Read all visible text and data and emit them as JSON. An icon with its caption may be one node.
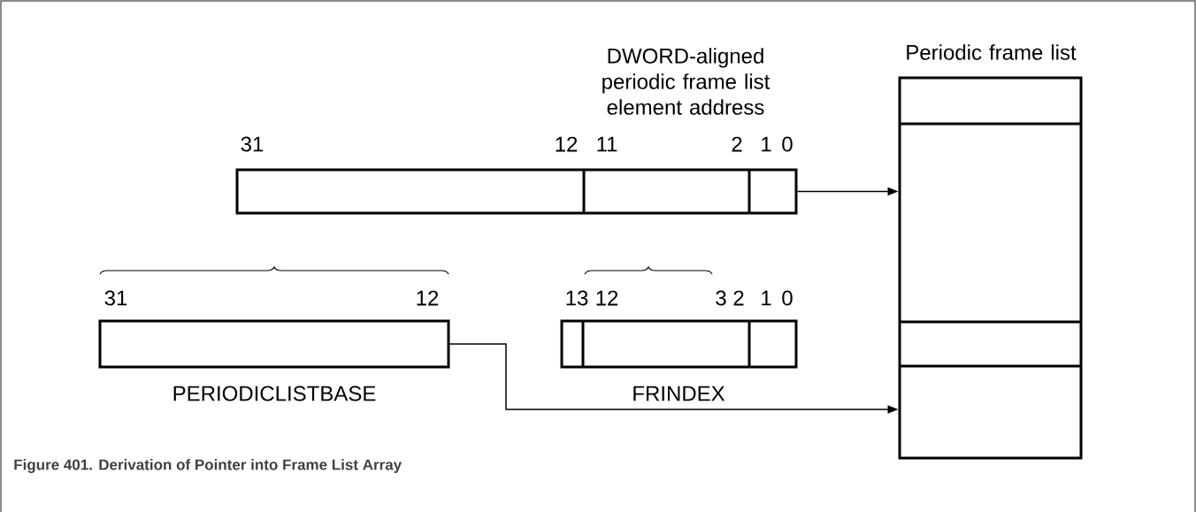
{
  "diagram": {
    "caption": "Figure 401.  Derivation of Pointer into Frame List Array",
    "nodes": [
      {
        "text": [
          "DWORD-aligned periodic frame list element address"
        ]
      },
      {
        "text": [
          "Periodic frame list"
        ]
      },
      {
        "text": [
          "PERIODICLISTBASE"
        ]
      },
      {
        "text": [
          "FRINDEX"
        ]
      }
    ],
    "edges": [
      {
        "from": 0,
        "to": 1,
        "arrow": "to"
      },
      {
        "from": 2,
        "to": 1,
        "arrow": "to"
      }
    ],
    "labels": [
      "31",
      "12",
      "11",
      "2",
      "1",
      "0",
      "31",
      "12",
      "13",
      "12",
      "3",
      "2",
      "1",
      "0"
    ]
  }
}
